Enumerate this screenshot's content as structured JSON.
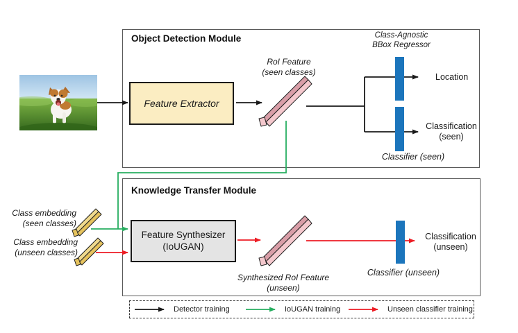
{
  "odm": {
    "title": "Object Detection Module",
    "feature_extractor": "Feature Extractor",
    "roi_feature": {
      "line1": "RoI Feature",
      "line2": "(seen classes)"
    },
    "bbox_regressor": {
      "line1": "Class-Agnostic",
      "line2": "BBox Regressor"
    },
    "location": "Location",
    "classification_seen": {
      "line1": "Classification",
      "line2": "(seen)"
    },
    "classifier_seen": "Classifier (seen)"
  },
  "ktm": {
    "title": "Knowledge Transfer Module",
    "embedding_seen": {
      "line1": "Class embedding",
      "line2": "(seen classes)"
    },
    "embedding_unseen": {
      "line1": "Class embedding",
      "line2": "(unseen classes)"
    },
    "synthesizer": {
      "line1": "Feature Synthesizer",
      "line2": "(IoUGAN)"
    },
    "synthesized_roi": {
      "line1": "Synthesized RoI Feature",
      "line2": "(unseen)"
    },
    "classifier_unseen": "Classifier (unseen)",
    "classification_unseen": {
      "line1": "Classification",
      "line2": "(unseen)"
    }
  },
  "legend": {
    "detector": "Detector training",
    "iougan": "IoUGAN training",
    "unseen_classifier": "Unseen classifier training"
  },
  "colors": {
    "detector_arrow": "#1a1a1a",
    "iougan_arrow": "#27AE60",
    "unseen_arrow": "#ED1C24",
    "classifier_bar": "#1B75BC",
    "feature_extractor_fill": "#FBEDC2",
    "synthesizer_fill": "#E4E4E4",
    "roi_bar_front": "#F4C8CD",
    "roi_bar_top": "#D99EA8",
    "embedding_bar_front": "#E6C35E",
    "embedding_bar_top": "#F0DA8E"
  }
}
